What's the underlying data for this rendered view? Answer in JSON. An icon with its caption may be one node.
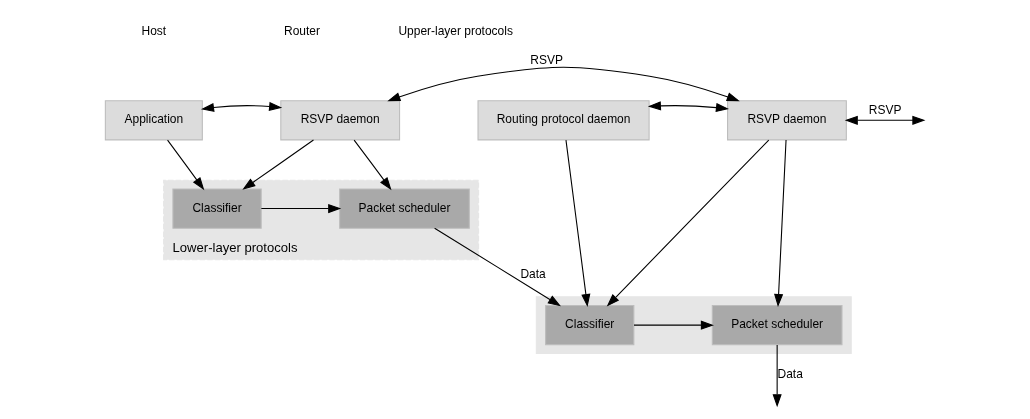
{
  "diagram": {
    "nodes": [
      {
        "text": [
          "Application"
        ]
      },
      {
        "text": [
          "RSVP daemon"
        ]
      },
      {
        "text": [
          "Routing protocol daemon"
        ]
      },
      {
        "text": [
          "RSVP daemon"
        ]
      },
      {
        "text": [
          "Lower-layer protocols"
        ]
      },
      {
        "text": [
          "Classifier"
        ],
        "in": 4
      },
      {
        "text": [
          "Packet scheduler"
        ],
        "in": 4
      },
      {
        "text": [],
        "shape": "box"
      },
      {
        "text": [
          "Classifier"
        ],
        "in": 7
      },
      {
        "text": [
          "Packet scheduler"
        ],
        "in": 7
      }
    ],
    "edges": [
      {
        "from": 0,
        "to": 1,
        "arrow": "both"
      },
      {
        "from": 1,
        "to": 3,
        "arrow": "both",
        "label": "RSVP"
      },
      {
        "from": 2,
        "to": 3,
        "arrow": "both"
      },
      {
        "from": 3,
        "to": null,
        "arrow": "both",
        "label": "RSVP"
      },
      {
        "from": 0,
        "to": 5,
        "arrow": "to"
      },
      {
        "from": 1,
        "to": 5,
        "arrow": "to"
      },
      {
        "from": 1,
        "to": 6,
        "arrow": "to"
      },
      {
        "from": 2,
        "to": 8,
        "arrow": "to"
      },
      {
        "from": 3,
        "to": 8,
        "arrow": "to"
      },
      {
        "from": 3,
        "to": 9,
        "arrow": "to"
      },
      {
        "from": 5,
        "to": 6,
        "arrow": "to"
      },
      {
        "from": 6,
        "to": 8,
        "arrow": "to",
        "label": "Data"
      },
      {
        "from": 8,
        "to": 9,
        "arrow": "to"
      },
      {
        "from": 9,
        "to": null,
        "arrow": "to",
        "label": "Data"
      }
    ],
    "labels": [
      "Host",
      "Router",
      "Upper-layer protocols"
    ]
  }
}
